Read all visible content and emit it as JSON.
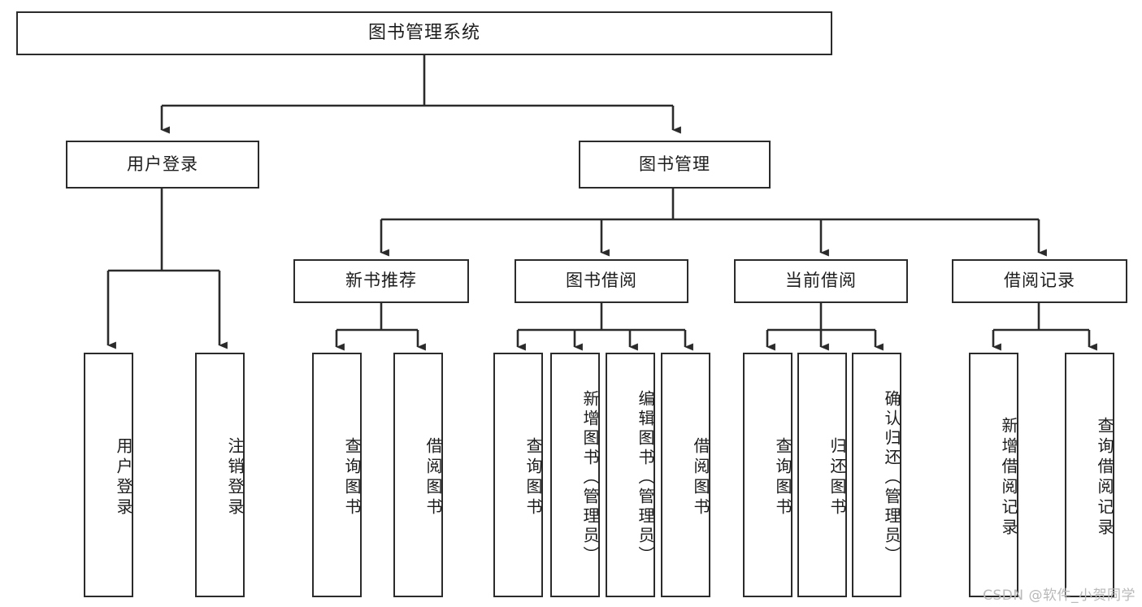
{
  "diagram": {
    "type": "tree",
    "title": "图书管理系统",
    "watermark": "CSDN @软件_小贺同学",
    "colors": {
      "stroke": "#2b2b2b",
      "fill": "#ffffff",
      "text": "#1c1c1c",
      "watermark": "#b9b9b9"
    },
    "levels": {
      "root": "图书管理系统",
      "level2": [
        "用户登录",
        "图书管理"
      ],
      "level3": [
        "新书推荐",
        "图书借阅",
        "当前借阅",
        "借阅记录"
      ]
    },
    "nodes": {
      "root": {
        "label": "图书管理系统"
      },
      "user_login": {
        "label": "用户登录"
      },
      "book_manage": {
        "label": "图书管理"
      },
      "new_book_rec": {
        "label": "新书推荐"
      },
      "book_borrow": {
        "label": "图书借阅"
      },
      "current_borrow": {
        "label": "当前借阅"
      },
      "borrow_record": {
        "label": "借阅记录"
      },
      "leaf_user_login": {
        "label": "用户登录"
      },
      "leaf_logout": {
        "label": "注销登录"
      },
      "leaf_query_book_1": {
        "label": "查询图书"
      },
      "leaf_borrow_book_1": {
        "label": "借阅图书"
      },
      "leaf_query_book_2": {
        "label": "查询图书"
      },
      "leaf_add_book": {
        "label": "新增图书（管理员）"
      },
      "leaf_edit_book": {
        "label": "编辑图书（管理员）"
      },
      "leaf_borrow_book_2": {
        "label": "借阅图书"
      },
      "leaf_query_book_3": {
        "label": "查询图书"
      },
      "leaf_return_book": {
        "label": "归还图书"
      },
      "leaf_confirm_return": {
        "label": "确认归还（管理员）"
      },
      "leaf_add_record": {
        "label": "新增借阅记录"
      },
      "leaf_query_record": {
        "label": "查询借阅记录"
      }
    }
  }
}
